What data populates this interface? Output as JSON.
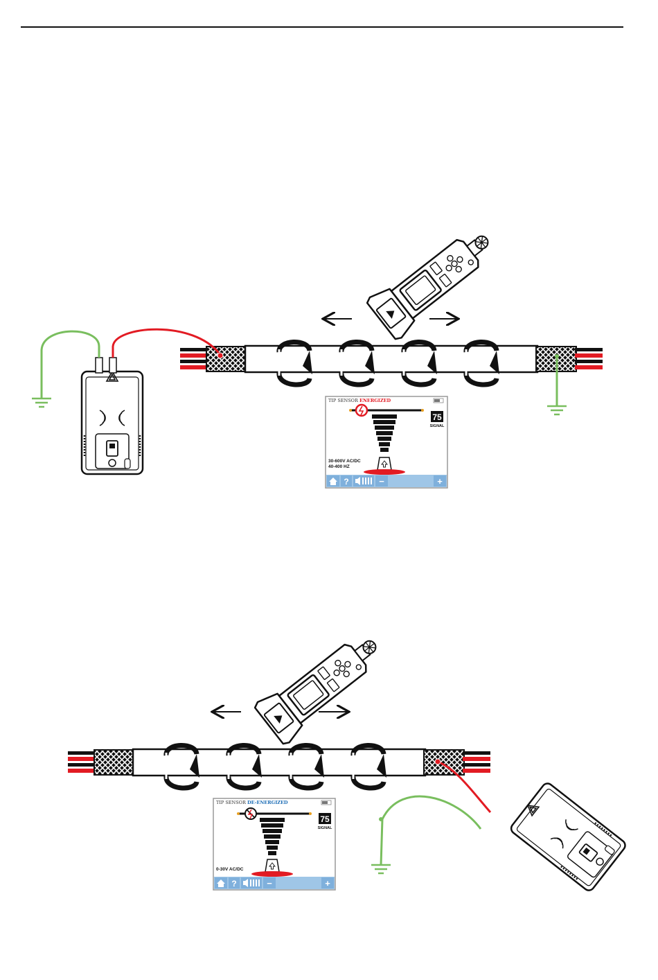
{
  "colors": {
    "red": "#e21b23",
    "green": "#79be5e",
    "blue_energized_off": "#1b6cb5",
    "screen_bar": "#9fc6e7",
    "black": "#111111"
  },
  "scenario_top": {
    "screen": {
      "title_prefix": "TIP SENSOR ",
      "title_state": "ENERGIZED",
      "signal_value": "75",
      "signal_label": "SIGNAL",
      "range_line1": "30-600V AC/DC",
      "range_line2": "40-400 HZ"
    }
  },
  "scenario_bottom": {
    "screen": {
      "title_prefix": "TIP SENSOR ",
      "title_state": "DE-ENERGIZED",
      "signal_value": "75",
      "signal_label": "SIGNAL",
      "range_line1": "0-30V AC/DC"
    }
  },
  "toolbar": {
    "help_label": "?",
    "minus_label": "−",
    "plus_label": "+"
  }
}
